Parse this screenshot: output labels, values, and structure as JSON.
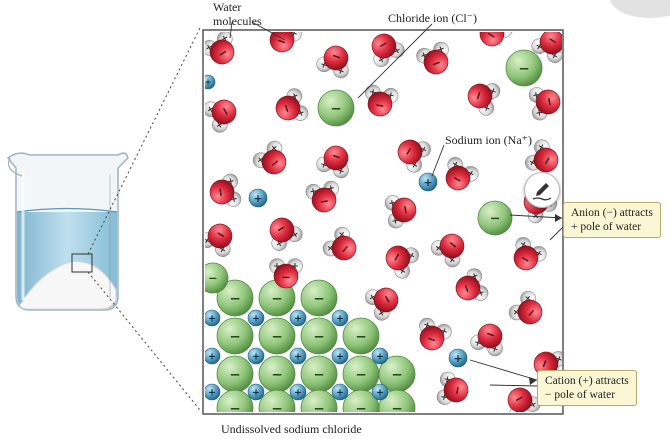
{
  "labels": {
    "water_molecules_line1": "Water",
    "water_molecules_line2": "molecules",
    "chloride_ion": "Chloride ion (Cl⁻)",
    "sodium_ion": "Sodium ion (Na⁺)",
    "undissolved": "Undissolved sodium chloride"
  },
  "callouts": {
    "anion_line1": "Anion (−) attracts",
    "anion_line2": "+ pole of water",
    "cation_line1": "Cation (+) attracts",
    "cation_line2": "− pole of water"
  },
  "symbols": {
    "plus": "+",
    "minus": "−"
  },
  "colors": {
    "oxygen": "#d9283b",
    "hydrogen": "#e2e2e2",
    "chloride": "#8fc57a",
    "sodium": "#4f9cc0",
    "solution": "#a9d0e3",
    "salt": "#f4f4f4",
    "callout_fill": "#fbf6d3"
  },
  "icons": {
    "edit": "pencil-icon"
  }
}
